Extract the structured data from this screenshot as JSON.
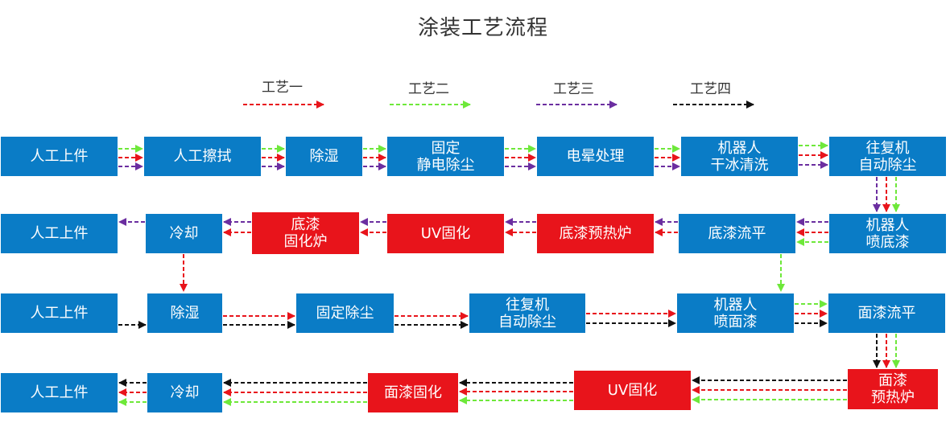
{
  "title": "涂装工艺流程",
  "legend": [
    {
      "label": "工艺一",
      "color": "#e8141b"
    },
    {
      "label": "工艺二",
      "color": "#6ee83a"
    },
    {
      "label": "工艺三",
      "color": "#6b2ea0"
    },
    {
      "label": "工艺四",
      "color": "#111111"
    }
  ],
  "rows": {
    "row1": [
      "人工上件",
      "人工擦拭",
      "除湿",
      "固定\n静电除尘",
      "电晕处理",
      "机器人\n干冰清洗",
      "往复机\n自动除尘"
    ],
    "row2": [
      "人工上件",
      "冷却",
      "底漆\n固化炉",
      "UV固化",
      "底漆预热炉",
      "底漆流平",
      "机器人\n喷底漆"
    ],
    "row3": [
      "人工上件",
      "除湿",
      "固定除尘",
      "往复机\n自动除尘",
      "机器人\n喷面漆",
      "面漆流平"
    ],
    "row4": [
      "人工上件",
      "冷却",
      "面漆固化",
      "UV固化",
      "面漆\n预热炉"
    ]
  },
  "colors": {
    "box_blue": "#0a7cc6",
    "box_red": "#e8141b"
  }
}
